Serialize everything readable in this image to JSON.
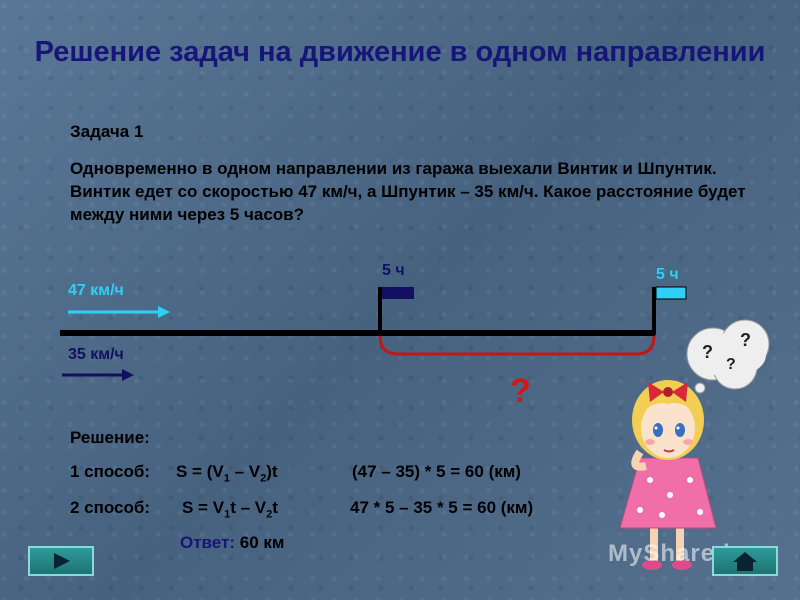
{
  "slide": {
    "title": "Решение задач  на движение в одном направлении",
    "task_heading": "Задача 1",
    "task_text": "Одновременно в одном направлении из гаража выехали Винтик и Шпунтик. Винтик едет со скоростью 47 км/ч, а Шпунтик – 35 км/ч.  Какое расстояние будет между ними через 5 часов?"
  },
  "diagram": {
    "speed_fast": "47 км/ч",
    "speed_slow": "35 км/ч",
    "time_slow": "5 ч",
    "time_fast": "5 ч",
    "unknown": "?",
    "colors": {
      "fast": "#2fd0f5",
      "slow": "#121060",
      "bracket": "#c01818",
      "road": "#000000"
    }
  },
  "solution": {
    "heading": "Решение:",
    "way1_label": "1 способ:",
    "way1_calc": "(47 – 35) * 5 = 60 (км)",
    "way2_label": "2 способ:",
    "way2_calc": "47 * 5 – 35 * 5 = 60 (км)",
    "answer_label": "Ответ:",
    "answer_value": "60 км"
  },
  "decor": {
    "thought_marks": [
      "?",
      "?",
      "?"
    ],
    "watermark": "MyShared"
  },
  "nav": {
    "next_icon": "play-right-icon",
    "home_icon": "home-icon"
  }
}
